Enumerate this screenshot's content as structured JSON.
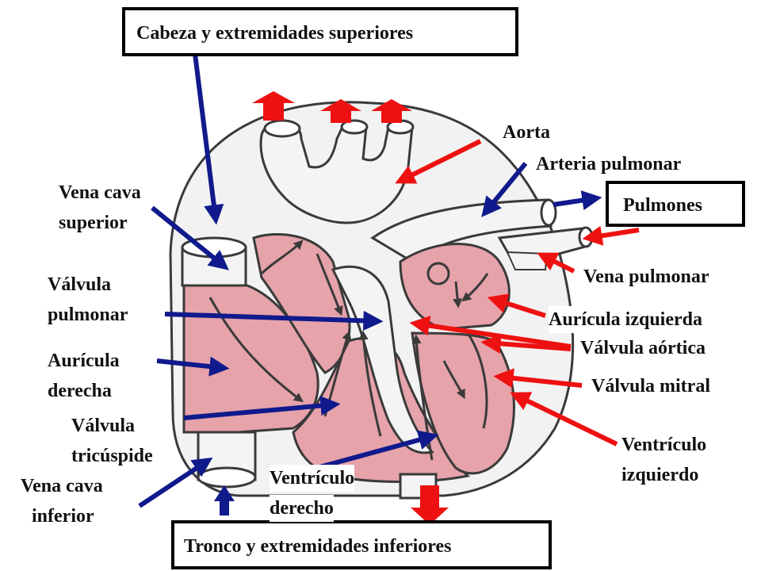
{
  "colors": {
    "background": "#ffffff",
    "heart_chamber": "#e6a3aa",
    "vessel": "#f4f4f4",
    "outline": "#3a3a3a",
    "arrow_blue": "#101a8c",
    "arrow_red": "#ee1111"
  },
  "boxes": {
    "top": "Cabeza y extremidades superiores",
    "lungs": "Pulmones",
    "bottom": "Tronco y extremidades inferiores"
  },
  "labels": {
    "aorta": "Aorta",
    "arteria_pulmonar": "Arteria pulmonar",
    "vena_cava_superior": [
      "Vena cava",
      "superior"
    ],
    "vena_pulmonar": "Vena pulmonar",
    "valvula_pulmonar": [
      "Válvula",
      "pulmonar"
    ],
    "auricula_izquierda": "Aurícula izquierda",
    "valvula_aortica": "Válvula aórtica",
    "auricula_derecha": [
      "Aurícula",
      "derecha"
    ],
    "valvula_mitral": "Válvula mitral",
    "valvula_tricuspide": [
      "Válvula",
      "tricúspide"
    ],
    "ventriculo_izquierdo": [
      "Ventrículo",
      "izquierdo"
    ],
    "vena_cava_inferior": [
      "Vena cava",
      "inferior"
    ],
    "ventriculo_derecho": [
      "Ventrículo",
      "derecho"
    ]
  }
}
